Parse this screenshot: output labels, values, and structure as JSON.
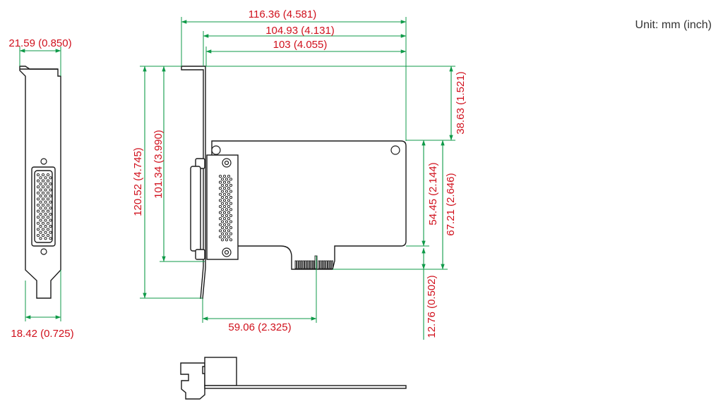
{
  "unit_label": "Unit: mm (inch)",
  "dimensions": {
    "overall_width": "116.36 (4.581)",
    "board_width": "104.93 (4.131)",
    "pcb_width": "103 (4.055)",
    "bracket_top_width": "21.59 (0.850)",
    "bracket_bottom_width": "18.42 (0.725)",
    "bracket_height": "120.52 (4.745)",
    "bracket_inner_height": "101.34 (3.990)",
    "top_offset": "38.63 (1.521)",
    "board_height": "54.45 (2.144)",
    "board_with_edge_height": "67.21 (2.646)",
    "bottom_offset": "12.76 (0.502)",
    "edge_connector_offset": "59.06 (2.325)"
  },
  "colors": {
    "dimension_text": "#d0101c",
    "dimension_line": "#0f9a48",
    "outline": "#1a1a1a"
  },
  "icons": {
    "connector": "db-connector-icon",
    "arrow": "dimension-arrow-icon"
  }
}
